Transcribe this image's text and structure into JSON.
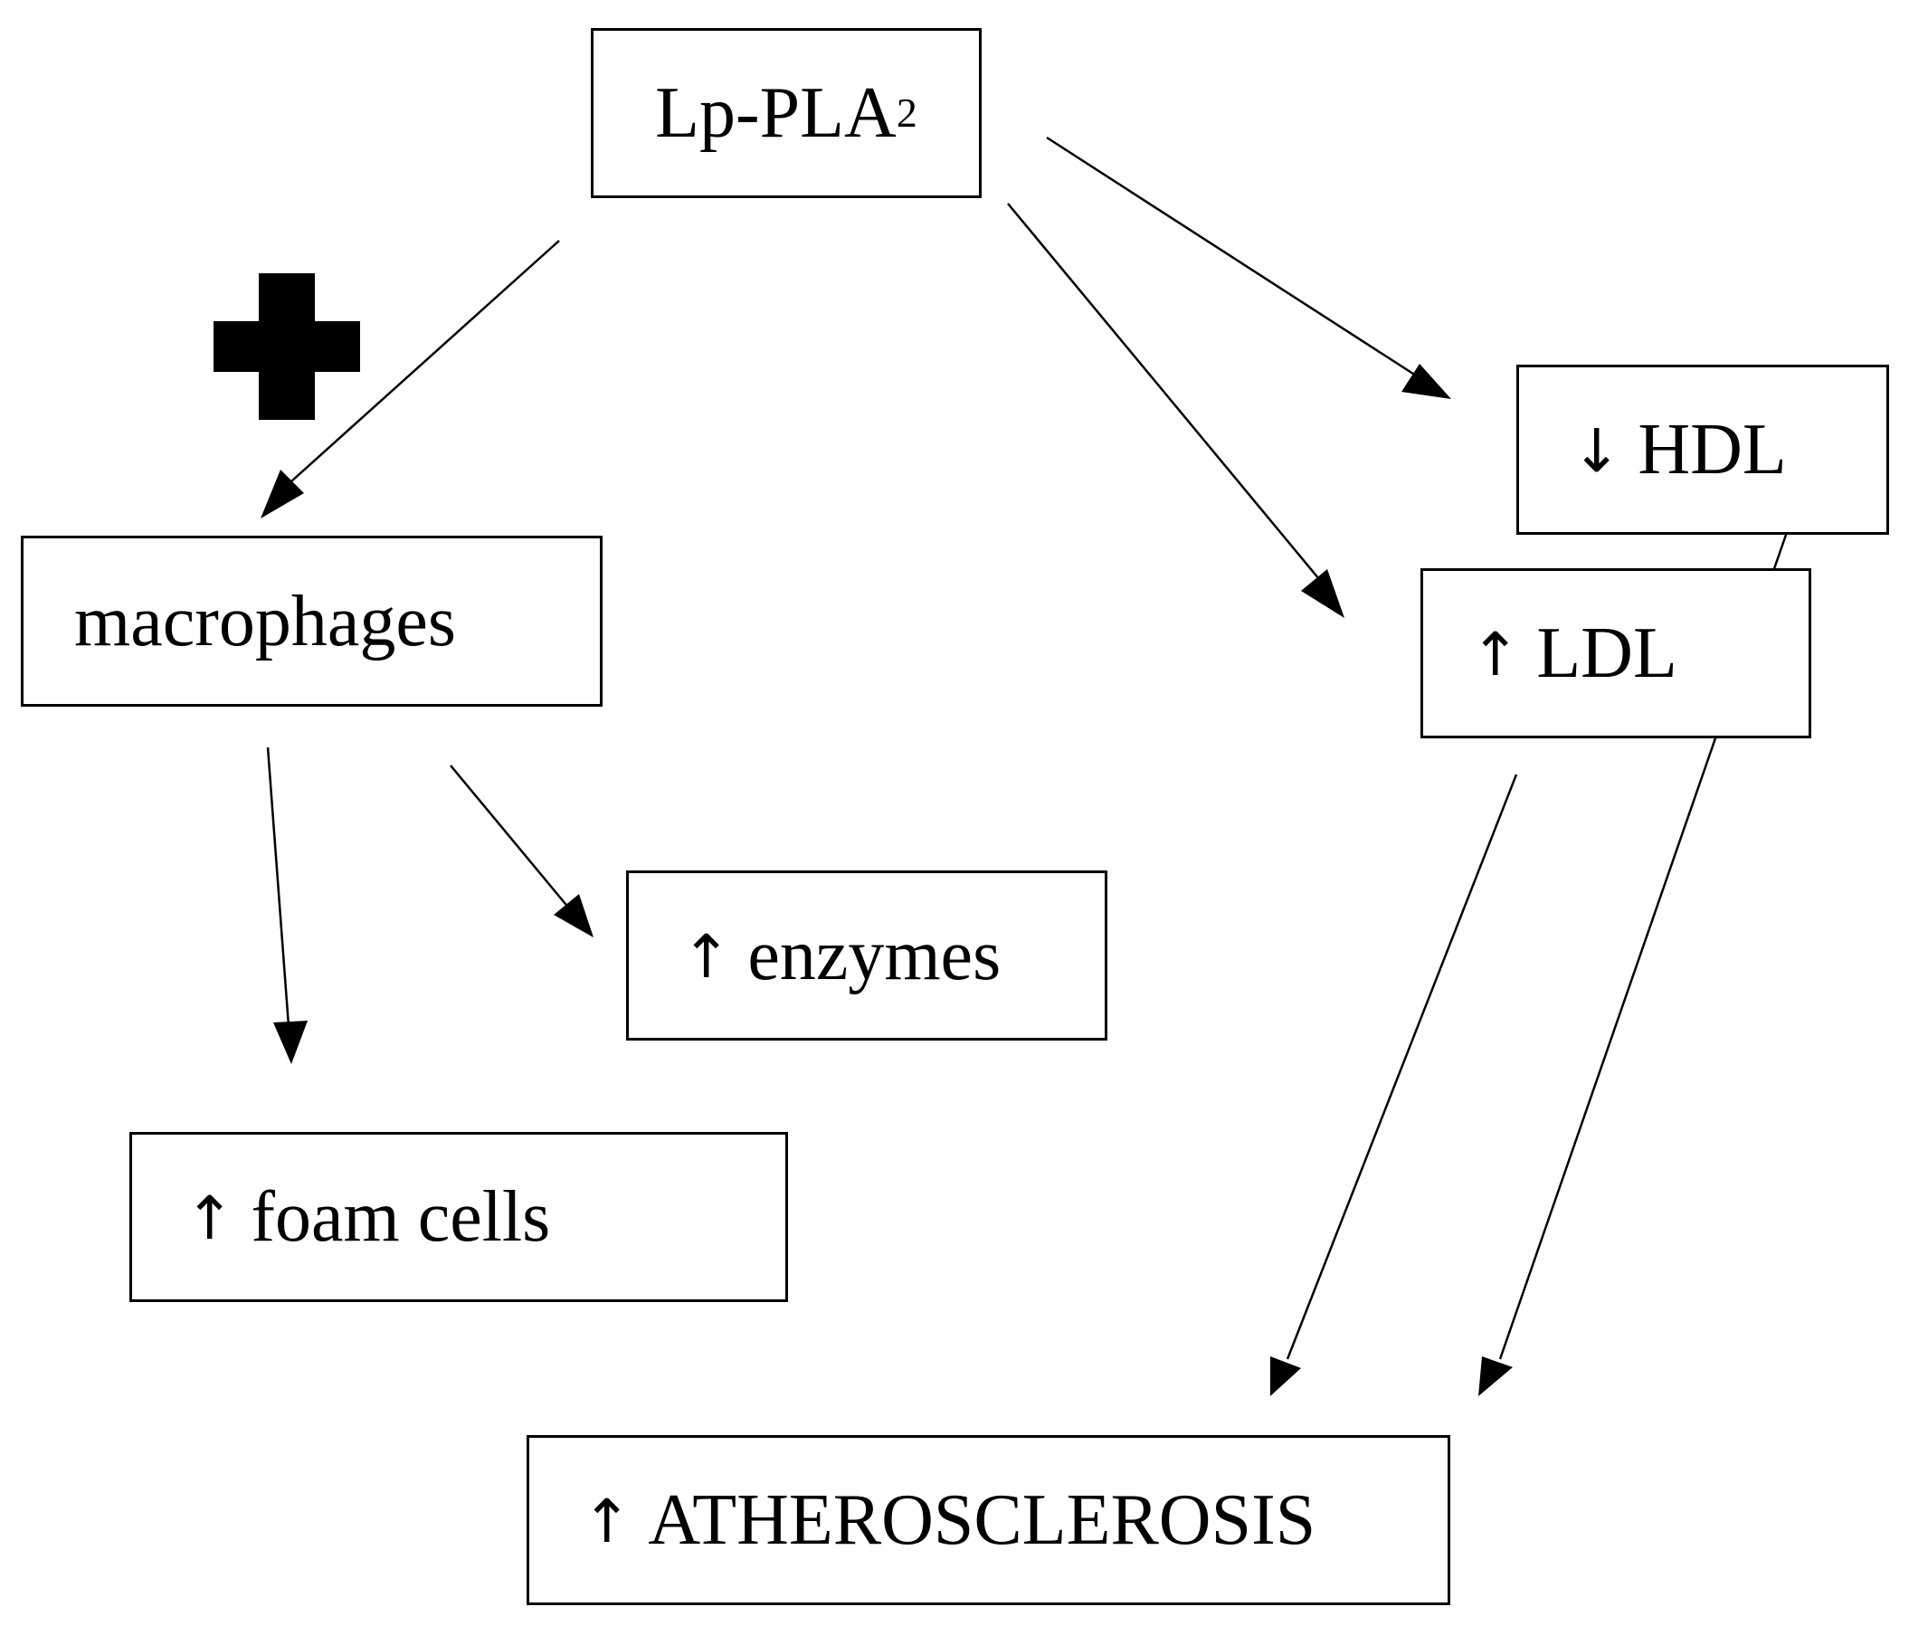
{
  "nodes": {
    "lp_pla2": {
      "main": "Lp-PLA",
      "sub": "2"
    },
    "macrophages": {
      "label": "macrophages"
    },
    "hdl": {
      "arrow": "↓",
      "label": "HDL"
    },
    "ldl": {
      "arrow": "↑",
      "label": "LDL"
    },
    "enzymes": {
      "arrow": "↑",
      "label": "enzymes"
    },
    "foam_cells": {
      "arrow": "↑",
      "label": "foam cells"
    },
    "atherosclerosis": {
      "arrow": "↑",
      "label": "ATHEROSCLEROSIS"
    }
  },
  "edges": [
    {
      "from": "lp_pla2",
      "to": "macrophages"
    },
    {
      "from": "lp_pla2",
      "to": "hdl"
    },
    {
      "from": "lp_pla2",
      "to": "ldl"
    },
    {
      "from": "macrophages",
      "to": "foam_cells"
    },
    {
      "from": "macrophages",
      "to": "enzymes"
    },
    {
      "from": "ldl",
      "to": "atherosclerosis"
    },
    {
      "from": "hdl",
      "to": "atherosclerosis"
    }
  ],
  "colors": {
    "stroke": "#000000",
    "background": "#ffffff"
  }
}
